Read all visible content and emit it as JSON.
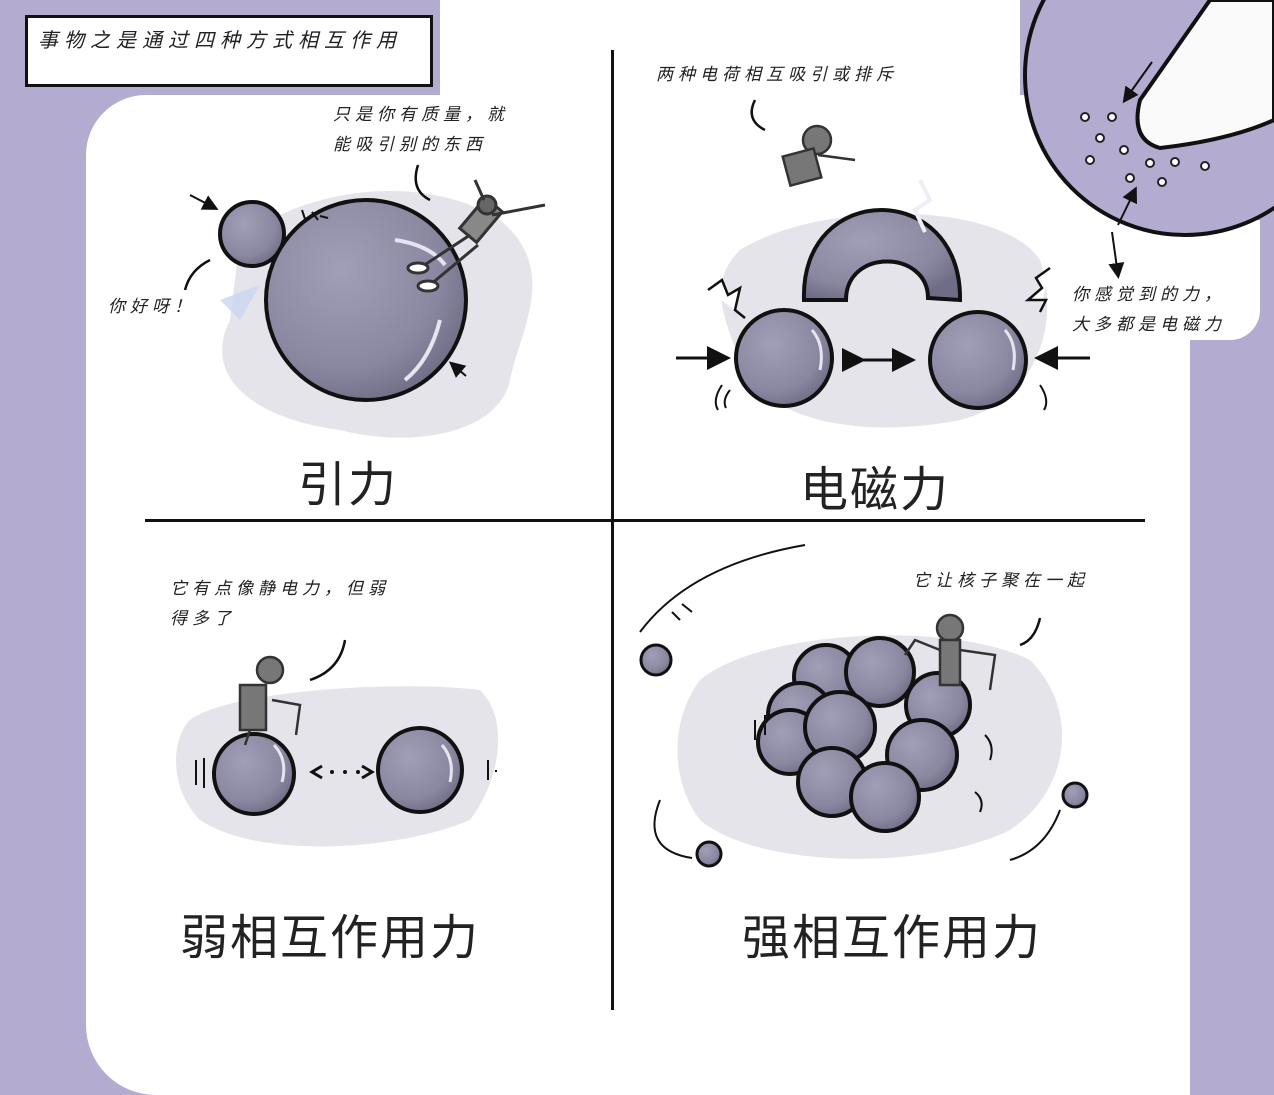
{
  "title": {
    "text": "事物之是通过四种方式相互作用"
  },
  "colors": {
    "background": "#b4abd1",
    "panel": "#ffffff",
    "sphere": "#8a87a0",
    "shadow": "#e3e3e8",
    "ink": "#111111"
  },
  "quadrants": {
    "gravity": {
      "label": "引力",
      "note_top": [
        "只是你有质量，就",
        "能吸引别的东西"
      ],
      "note_left": "你好呀！"
    },
    "electromagnetic": {
      "label": "电磁力",
      "note_top": "两种电荷相互吸引或排斥",
      "note_right": [
        "你感觉到的力，",
        "大多都是电磁力"
      ]
    },
    "weak": {
      "label": "弱相互作用力",
      "note_top": [
        "它有点像静电力，但弱",
        "得多了"
      ]
    },
    "strong": {
      "label": "强相互作用力",
      "note_top": "它让核子聚在一起"
    }
  }
}
